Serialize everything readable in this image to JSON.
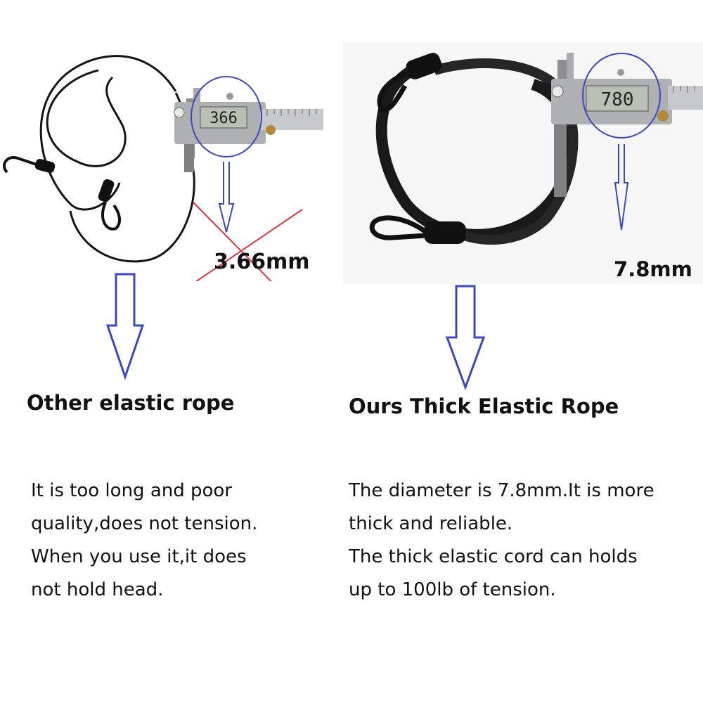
{
  "colors": {
    "arrow": "#3a48c2",
    "cross": "#e0313a",
    "rope": "#141414",
    "caliper": "#9a9c9e"
  },
  "left": {
    "reading": "3.66mm",
    "lcd": "366",
    "heading": "Other elastic rope",
    "lines": [
      "It is too long and poor",
      "quality,does not tension.",
      "When you use it,it does",
      "not hold head."
    ]
  },
  "right": {
    "reading": "7.8mm",
    "lcd": "780",
    "heading": "Ours Thick Elastic Rope",
    "lines": [
      "The diameter is 7.8mm.It is more",
      "thick and reliable.",
      "The thick elastic cord can holds",
      "up to 100lb of tension."
    ]
  }
}
